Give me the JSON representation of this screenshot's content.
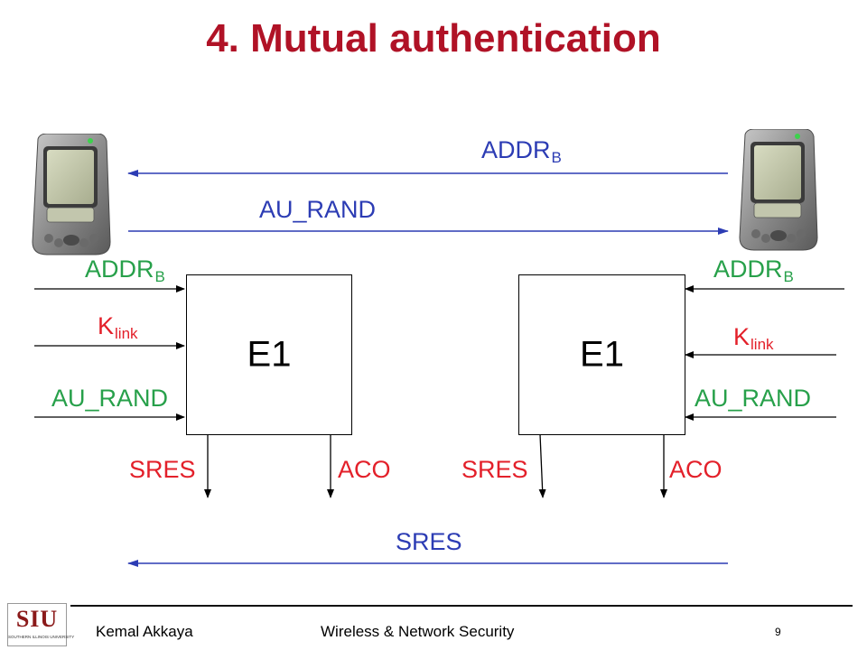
{
  "slide": {
    "title": "4. Mutual authentication",
    "messages": {
      "addr_b_base": "ADDR",
      "addr_b_sub": "B",
      "au_rand": "AU_RAND",
      "sres": "SRES"
    },
    "left_block": {
      "label": "E1",
      "in_addr_base": "ADDR",
      "in_addr_sub": "B",
      "in_key_base": "K",
      "in_key_sub": "link",
      "in_rand": "AU_RAND",
      "out_sres": "SRES",
      "out_aco": "ACO"
    },
    "right_block": {
      "label": "E1",
      "in_addr_base": "ADDR",
      "in_addr_sub": "B",
      "in_key_base": "K",
      "in_key_sub": "link",
      "in_rand": "AU_RAND",
      "out_sres": "SRES",
      "out_aco": "ACO"
    },
    "colors": {
      "title": "#b01226",
      "message_blue": "#2c3cb4",
      "input_green": "#27a04a",
      "key_red": "#e3202a",
      "output_red": "#e3202a"
    }
  },
  "footer": {
    "logo_text": "SIU",
    "logo_subtext": "SOUTHERN ILLINOIS UNIVERSITY",
    "author": "Kemal Akkaya",
    "course": "Wireless & Network Security",
    "page_number": "9"
  }
}
